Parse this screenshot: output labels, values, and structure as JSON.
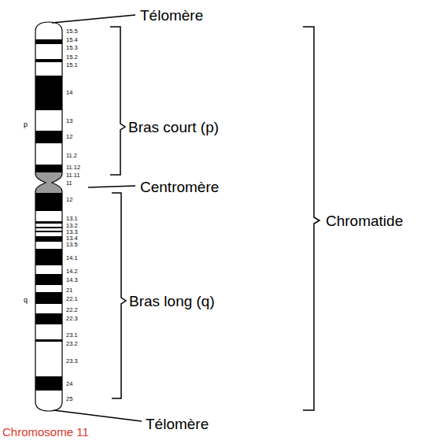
{
  "diagram": {
    "caption": "Chromosome 11",
    "labels": [
      "Télomère",
      "Bras court (p)",
      "Centromère",
      "Bras long (q)",
      "Chromatide",
      "Télomère",
      "p",
      "q",
      "15.5",
      "15.4",
      "15.3",
      "15.2",
      "15.1",
      "14",
      "13",
      "12",
      "11.2",
      "11.12",
      "11.11",
      "11",
      "12",
      "13.1",
      "13.2",
      "13.3",
      "13.4",
      "13.5",
      "14.1",
      "14.2",
      "14.3",
      "21",
      "22.1",
      "22.2",
      "22.3",
      "23.1",
      "23.2",
      "23.3",
      "24",
      "25"
    ]
  }
}
